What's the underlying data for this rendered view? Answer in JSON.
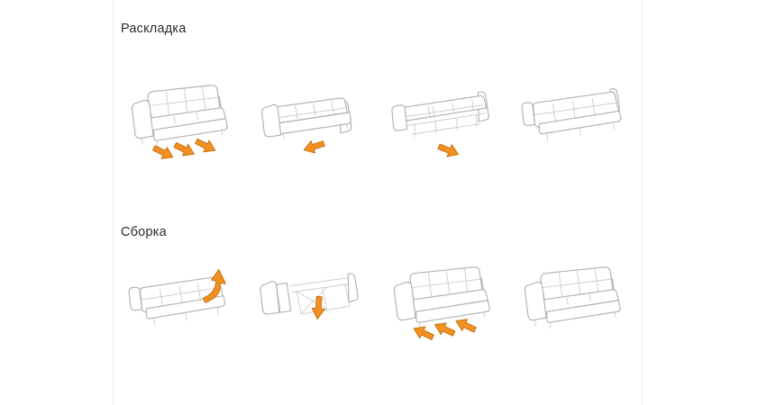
{
  "page": {
    "background": "#ffffff",
    "frame_line_color": "#ececec"
  },
  "colors": {
    "arrow_fill": "#f29022",
    "arrow_stroke": "#bf6b0c",
    "drawing_line": "#b3b3b3",
    "title_text": "#2b2b2b"
  },
  "sections": [
    {
      "id": "unfold",
      "title": "Раскладка",
      "steps": [
        {
          "illustration": "sofa-closed",
          "arrow_icon": "three-arrows-pull-out-down-right"
        },
        {
          "illustration": "sofa-backrest-folded-flat",
          "arrow_icon": "arrow-pull-left"
        },
        {
          "illustration": "sofa-half-unfolded-with-frame-legs",
          "arrow_icon": "arrow-pull-down-right"
        },
        {
          "illustration": "sofa-fully-unfolded-bed",
          "arrow_icon": "none"
        }
      ]
    },
    {
      "id": "fold",
      "title": "Сборка",
      "steps": [
        {
          "illustration": "bed-unfolded",
          "arrow_icon": "curved-arrow-lift-up"
        },
        {
          "illustration": "open-metal-frame",
          "arrow_icon": "arrow-push-down"
        },
        {
          "illustration": "sofa-nearly-assembled",
          "arrow_icon": "three-arrows-push-in-up-left"
        },
        {
          "illustration": "sofa-assembled",
          "arrow_icon": "none"
        }
      ]
    }
  ]
}
